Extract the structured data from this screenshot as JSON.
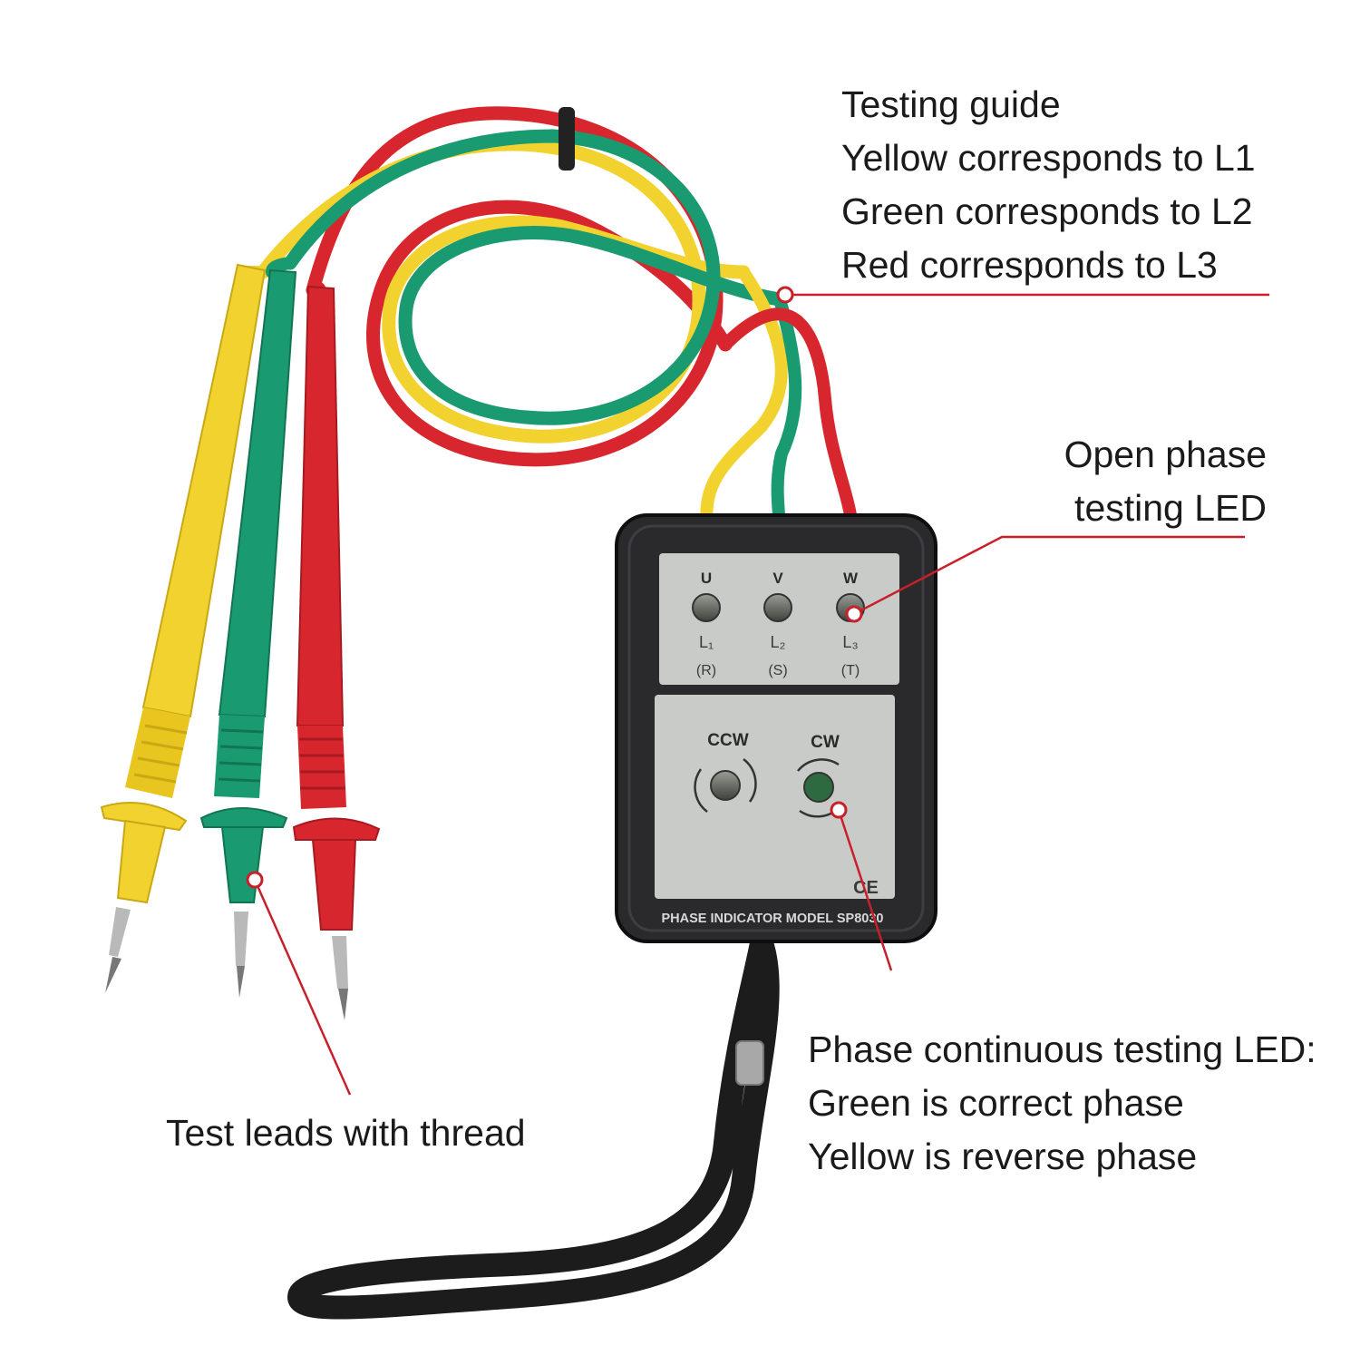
{
  "colors": {
    "yellow": "#f2d22e",
    "green": "#1a9a70",
    "red": "#d8262e",
    "pointer": "#c8202a",
    "device_body": "#2a2a2c",
    "panel": "#c9cbc8"
  },
  "callouts": {
    "testing_guide": {
      "title": "Testing guide",
      "line1": "Yellow corresponds to L1",
      "line2": "Green corresponds to L2",
      "line3": "Red corresponds to L3"
    },
    "open_phase": {
      "line1": "Open phase",
      "line2": "testing LED"
    },
    "phase_continuous": {
      "line1": "Phase continuous testing LED:",
      "line2": "Green is correct phase",
      "line3": "Yellow is reverse phase"
    },
    "test_leads": {
      "line1": "Test leads with thread"
    }
  },
  "device": {
    "leds": [
      {
        "top": "U",
        "label": "L₁",
        "sub": "(R)"
      },
      {
        "top": "V",
        "label": "L₂",
        "sub": "(S)"
      },
      {
        "top": "W",
        "label": "L₃",
        "sub": "(T)"
      }
    ],
    "rotation": {
      "ccw": "CCW",
      "cw": "CW"
    },
    "ce_mark": "CE",
    "model_plate": "PHASE INDICATOR MODEL SP8030"
  }
}
